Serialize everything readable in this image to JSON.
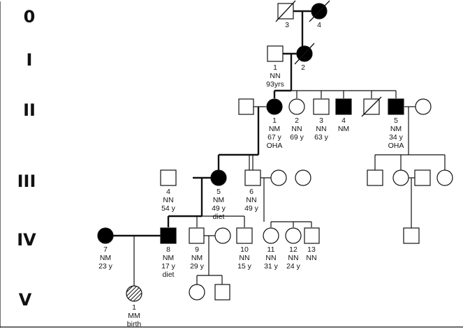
{
  "generations": [
    {
      "key": "g0",
      "label": "0"
    },
    {
      "key": "g1",
      "label": "I"
    },
    {
      "key": "g2",
      "label": "II"
    },
    {
      "key": "g3",
      "label": "III"
    },
    {
      "key": "g4",
      "label": "IV"
    },
    {
      "key": "g5",
      "label": "V"
    }
  ],
  "individuals": [
    {
      "id": "0-3",
      "sex": "male",
      "affected": false,
      "deceased": true,
      "lines": [
        "3"
      ]
    },
    {
      "id": "0-4",
      "sex": "female",
      "affected": true,
      "deceased": true,
      "lines": [
        "4"
      ]
    },
    {
      "id": "I-1",
      "sex": "male",
      "affected": false,
      "deceased": false,
      "lines": [
        "1",
        "NN",
        "93yrs"
      ]
    },
    {
      "id": "I-2",
      "sex": "female",
      "affected": true,
      "deceased": true,
      "lines": [
        "2"
      ]
    },
    {
      "id": "II-husband",
      "sex": "male",
      "affected": false,
      "deceased": false,
      "lines": []
    },
    {
      "id": "II-1",
      "sex": "female",
      "affected": true,
      "deceased": false,
      "lines": [
        "1",
        "NM",
        "67 y",
        "OHA"
      ]
    },
    {
      "id": "II-2",
      "sex": "female",
      "affected": false,
      "deceased": false,
      "lines": [
        "2",
        "NN",
        "69 y"
      ]
    },
    {
      "id": "II-3",
      "sex": "male",
      "affected": false,
      "deceased": false,
      "lines": [
        "3",
        "NN",
        "63 y"
      ]
    },
    {
      "id": "II-4",
      "sex": "male",
      "affected": true,
      "deceased": false,
      "lines": [
        "4",
        "NM"
      ]
    },
    {
      "id": "II-deceased-male",
      "sex": "male",
      "affected": false,
      "deceased": true,
      "lines": []
    },
    {
      "id": "II-5",
      "sex": "male",
      "affected": true,
      "deceased": false,
      "lines": [
        "5",
        "NM",
        "34 y",
        "OHA"
      ]
    },
    {
      "id": "II-5-wife",
      "sex": "female",
      "affected": false,
      "deceased": false,
      "lines": []
    },
    {
      "id": "III-4",
      "sex": "male",
      "affected": false,
      "deceased": false,
      "lines": [
        "4",
        "NN",
        "54 y"
      ]
    },
    {
      "id": "III-5",
      "sex": "female",
      "affected": true,
      "deceased": false,
      "lines": [
        "5",
        "NM",
        "49 y",
        "diet"
      ]
    },
    {
      "id": "III-6",
      "sex": "male",
      "affected": false,
      "deceased": false,
      "lines": [
        "6",
        "NN",
        "49 y"
      ]
    },
    {
      "id": "III-6-wife",
      "sex": "female",
      "affected": false,
      "deceased": false,
      "lines": []
    },
    {
      "id": "III-sister",
      "sex": "female",
      "affected": false,
      "deceased": false,
      "lines": []
    },
    {
      "id": "III-r-male",
      "sex": "male",
      "affected": false,
      "deceased": false,
      "lines": []
    },
    {
      "id": "III-r-female",
      "sex": "female",
      "affected": false,
      "deceased": false,
      "lines": []
    },
    {
      "id": "III-r-male2",
      "sex": "male",
      "affected": false,
      "deceased": false,
      "lines": []
    },
    {
      "id": "III-r-female2",
      "sex": "female",
      "affected": false,
      "deceased": false,
      "lines": []
    },
    {
      "id": "IV-7",
      "sex": "female",
      "affected": true,
      "deceased": false,
      "lines": [
        "7",
        "NM",
        "23 y"
      ]
    },
    {
      "id": "IV-8",
      "sex": "male",
      "affected": true,
      "deceased": false,
      "lines": [
        "8",
        "NM",
        "17 y",
        "diet"
      ]
    },
    {
      "id": "IV-9",
      "sex": "male",
      "affected": false,
      "deceased": false,
      "lines": [
        "9",
        "NM",
        "29 y"
      ]
    },
    {
      "id": "IV-9-wife",
      "sex": "female",
      "affected": false,
      "deceased": false,
      "lines": []
    },
    {
      "id": "IV-10",
      "sex": "male",
      "affected": false,
      "deceased": false,
      "lines": [
        "10",
        "NN",
        "15 y"
      ]
    },
    {
      "id": "IV-11",
      "sex": "female",
      "affected": false,
      "deceased": false,
      "lines": [
        "11",
        "NN",
        "31 y"
      ]
    },
    {
      "id": "IV-12",
      "sex": "female",
      "affected": false,
      "deceased": false,
      "lines": [
        "12",
        "NN",
        "24 y"
      ]
    },
    {
      "id": "IV-13",
      "sex": "male",
      "affected": false,
      "deceased": false,
      "lines": [
        "13",
        "NN"
      ]
    },
    {
      "id": "IV-r",
      "sex": "male",
      "affected": false,
      "deceased": false,
      "lines": []
    },
    {
      "id": "V-1",
      "sex": "female",
      "affected": "hatched",
      "deceased": false,
      "lines": [
        "1",
        "MM",
        "birth"
      ]
    },
    {
      "id": "V-f",
      "sex": "female",
      "affected": false,
      "deceased": false,
      "lines": []
    },
    {
      "id": "V-m",
      "sex": "male",
      "affected": false,
      "deceased": false,
      "lines": []
    }
  ]
}
